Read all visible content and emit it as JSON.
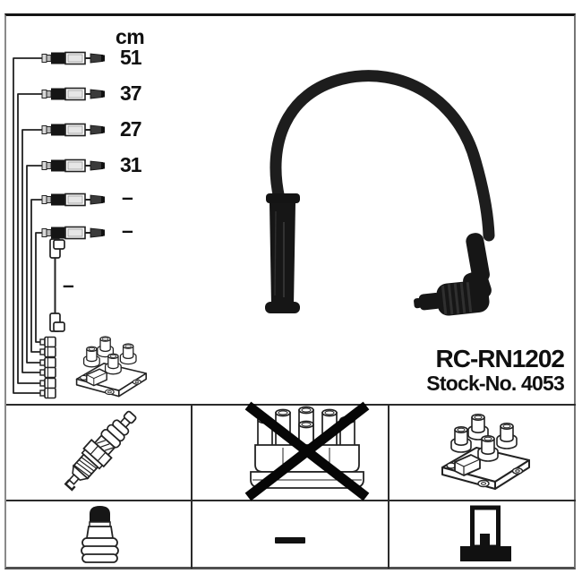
{
  "product": {
    "part_number": "RC-RN1202",
    "stock_number": "Stock-No. 4053"
  },
  "length_table": {
    "unit": "cm",
    "values": [
      "51",
      "37",
      "27",
      "31",
      "–",
      "–"
    ],
    "extra_value": "–"
  },
  "legend": {
    "row1": [
      {
        "icon": "spark-plug",
        "crossed_out": false
      },
      {
        "icon": "distributor-cap",
        "crossed_out": true
      },
      {
        "icon": "ignition-coil",
        "crossed_out": false
      }
    ],
    "row2": [
      {
        "icon": "spark-plug-connector",
        "crossed_out": false
      },
      {
        "icon": "dash",
        "crossed_out": false
      },
      {
        "icon": "coil-tower-connection",
        "crossed_out": false
      }
    ]
  },
  "colors": {
    "ink": "#1b1b1b",
    "line_art": "#222222",
    "grid_line": "#2b2b2b",
    "background": "#ffffff"
  }
}
